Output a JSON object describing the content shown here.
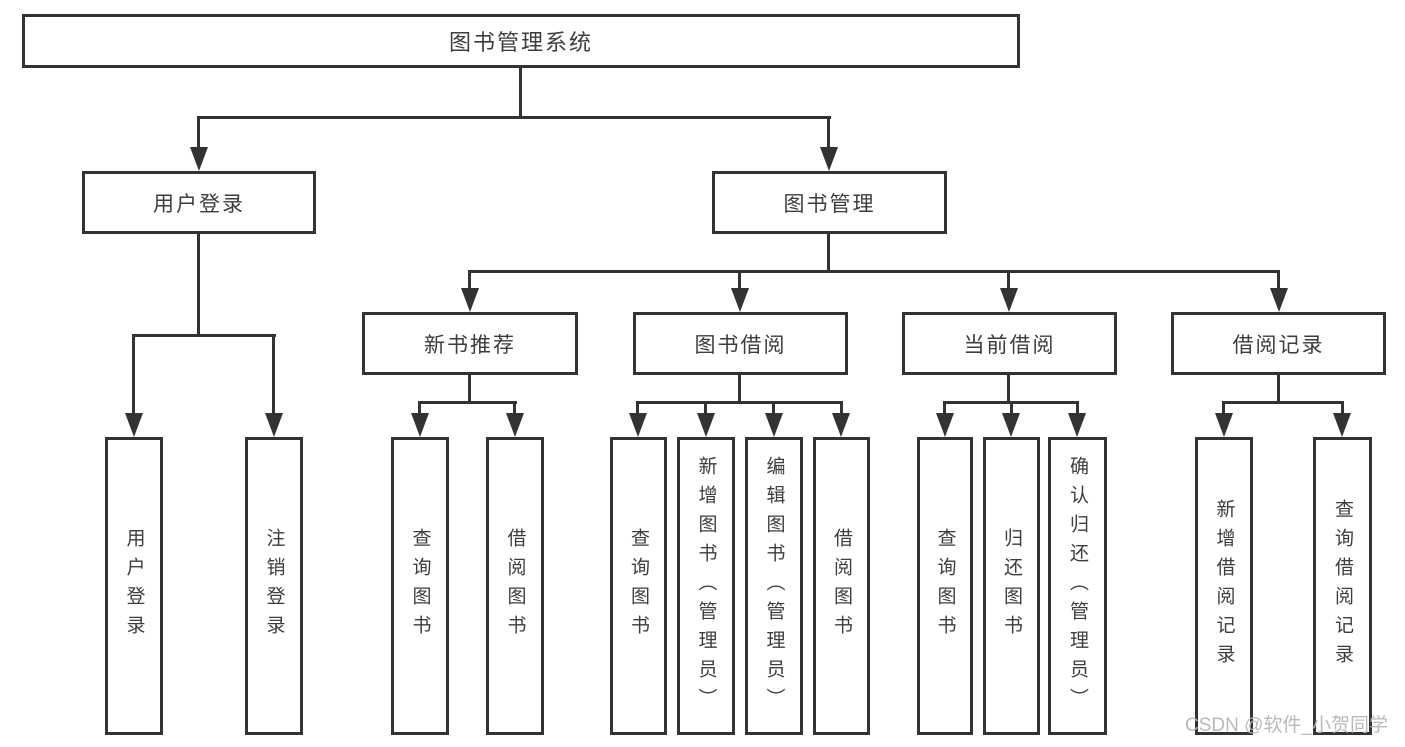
{
  "colors": {
    "line": "#333333",
    "text": "#3d3d3d",
    "watermark": "#b4b4b4",
    "background": "#ffffff"
  },
  "watermark": "CSDN @软件_小贺同学",
  "tree": {
    "root": "图书管理系统",
    "branches": [
      {
        "label": "用户登录",
        "children": [
          "用户登录",
          "注销登录"
        ]
      },
      {
        "label": "图书管理",
        "groups": [
          {
            "label": "新书推荐",
            "children": [
              "查询图书",
              "借阅图书"
            ]
          },
          {
            "label": "图书借阅",
            "children": [
              "查询图书",
              "新增图书（管理员）",
              "编辑图书（管理员）",
              "借阅图书"
            ]
          },
          {
            "label": "当前借阅",
            "children": [
              "查询图书",
              "归还图书",
              "确认归还（管理员）"
            ]
          },
          {
            "label": "借阅记录",
            "children": [
              "新增借阅记录",
              "查询借阅记录"
            ]
          }
        ]
      }
    ]
  }
}
